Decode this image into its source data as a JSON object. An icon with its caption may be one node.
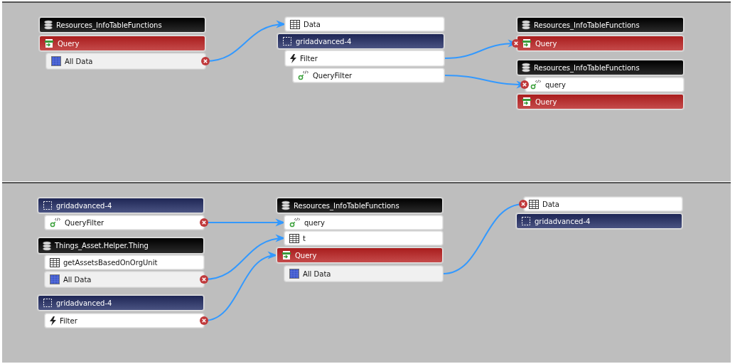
{
  "diagram": {
    "nodes": [
      {
        "text": [
          "Resources_InfoTableFunctions"
        ]
      },
      {
        "text": [
          "Query"
        ]
      },
      {
        "text": [
          "All Data"
        ]
      },
      {
        "text": [
          "Data"
        ]
      },
      {
        "text": [
          "gridadvanced-4"
        ]
      },
      {
        "text": [
          "Filter"
        ]
      },
      {
        "text": [
          "QueryFilter"
        ]
      },
      {
        "text": [
          "Resources_InfoTableFunctions"
        ]
      },
      {
        "text": [
          "Query"
        ]
      },
      {
        "text": [
          "Resources_InfoTableFunctions"
        ]
      },
      {
        "text": [
          "query"
        ]
      },
      {
        "text": [
          "Query"
        ]
      },
      {
        "text": [
          "gridadvanced-4"
        ]
      },
      {
        "text": [
          "QueryFilter"
        ]
      },
      {
        "text": [
          "Things_Asset.Helper.Thing"
        ]
      },
      {
        "text": [
          "getAssetsBasedOnOrgUnit"
        ]
      },
      {
        "text": [
          "All Data"
        ]
      },
      {
        "text": [
          "gridadvanced-4"
        ]
      },
      {
        "text": [
          "Filter"
        ]
      },
      {
        "text": [
          "Resources_InfoTableFunctions"
        ]
      },
      {
        "text": [
          "query"
        ]
      },
      {
        "text": [
          "t"
        ]
      },
      {
        "text": [
          "Query"
        ]
      },
      {
        "text": [
          "All Data"
        ]
      },
      {
        "text": [
          "Data"
        ]
      },
      {
        "text": [
          "gridadvanced-4"
        ]
      }
    ],
    "edges": [
      {
        "from": 2,
        "to": 3,
        "arrow": "to"
      },
      {
        "from": 5,
        "to": 8,
        "arrow": "to"
      },
      {
        "from": 6,
        "to": 10,
        "arrow": "to"
      },
      {
        "from": 13,
        "to": 20,
        "arrow": "to"
      },
      {
        "from": 16,
        "to": 21,
        "arrow": "to"
      },
      {
        "from": 18,
        "to": 22,
        "arrow": "to"
      },
      {
        "from": 23,
        "to": 24,
        "arrow": "none"
      }
    ]
  }
}
